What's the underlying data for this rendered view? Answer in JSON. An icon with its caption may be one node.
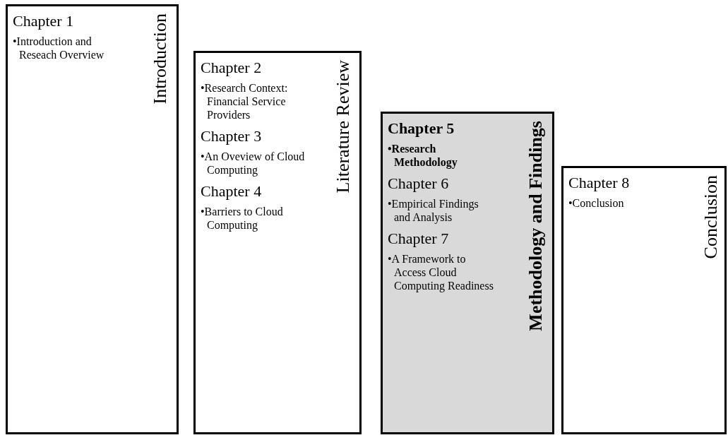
{
  "diagram": {
    "nodes": [
      {
        "text": [
          "Chapter 1",
          "•Introduction and Reseach Overview",
          "Introduction"
        ]
      },
      {
        "text": [
          "Chapter 2",
          "•Research Context: Financial Service Providers",
          "Chapter 3",
          "•An Oveview of Cloud Computing",
          "Chapter 4",
          "•Barriers to Cloud Computing",
          "Literature Review"
        ]
      },
      {
        "text": [
          "Chapter 5",
          "•Research Methodology",
          "Chapter 6",
          "•Empirical Findings and Analysis",
          "Chapter 7",
          "•A Framework to Access Cloud Computing Readiness",
          "Methodology and Findings"
        ]
      },
      {
        "text": [
          "Chapter 8",
          "•Conclusion",
          "Conclusion"
        ]
      }
    ]
  }
}
